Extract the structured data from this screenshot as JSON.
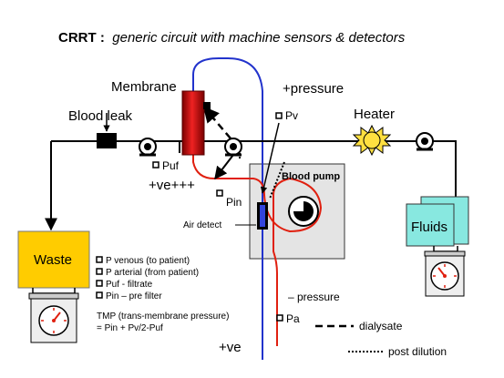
{
  "title": {
    "bold": "CRRT :",
    "italic": "generic circuit with machine sensors & detectors"
  },
  "labels": {
    "membrane": "Membrane",
    "blood_leak": "Blood leak",
    "plus_pressure": "+pressure",
    "pv": "Pv",
    "heater": "Heater",
    "puf": "Puf",
    "ve_plus_top": "+ve+++",
    "pin": "Pin",
    "blood_pump": "Blood pump",
    "air_detect": "Air detect",
    "fluids": "Fluids",
    "waste": "Waste",
    "minus_pressure": "– pressure",
    "pa": "Pa",
    "ve_plus_bottom": "+ve",
    "dialysate": "dialysate",
    "post_dilution": "post dilution"
  },
  "legend_list": [
    "P venous (to patient)",
    "P arterial (from patient)",
    "Puf - filtrate",
    "Pin – pre filter"
  ],
  "tmp": {
    "line1": "TMP (trans-membrane pressure)",
    "line2": "= Pin + Pv/2-Puf"
  },
  "colors": {
    "arterial_line": "#e02010",
    "venous_line": "#2233cc",
    "membrane": "#cc1111",
    "waste": "#ffcc00",
    "fluids": "#88e8e0",
    "pump_box": "#e4e4e4",
    "heater": "#ffe040"
  }
}
